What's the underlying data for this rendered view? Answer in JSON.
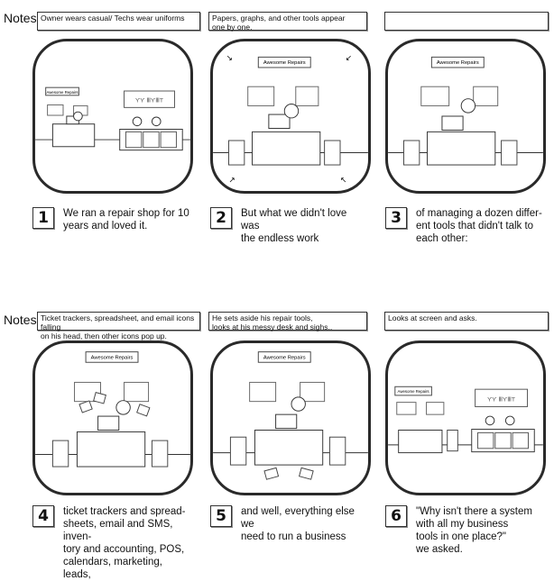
{
  "notes_label": "Notes",
  "sign_text": "Awesome Repairs",
  "rows": [
    {
      "notes_label": "Notes",
      "panels": [
        {
          "number": "1",
          "note": "Owner wears casual/ Techs wear uniforms",
          "caption": "We ran a repair shop for 10\nyears and loved it.",
          "scene": "shop-wide"
        },
        {
          "number": "2",
          "note": "Papers, graphs, and other tools appear\none by one.",
          "caption": "But what we didn't love was\nthe endless work",
          "scene": "desk-papers"
        },
        {
          "number": "3",
          "note": "",
          "caption": "of managing a dozen differ-\nent tools that didn't talk to\neach other:",
          "scene": "desk-confused"
        }
      ]
    },
    {
      "notes_label": "Notes",
      "panels": [
        {
          "number": "4",
          "note": "Ticket trackers, spreadsheet, and email icons falling\non his head, then other icons pop up.",
          "caption": "ticket trackers and spread-\nsheets, email and SMS, inven-\ntory and accounting, POS,\ncalendars, marketing, leads,",
          "scene": "desk-icons"
        },
        {
          "number": "5",
          "note": "He sets aside his repair tools,\nlooks at his messy desk and sighs..",
          "caption": "and well, everything else we\nneed to run a business",
          "scene": "desk-mess"
        },
        {
          "number": "6",
          "note": "Looks at screen and asks.",
          "caption": "\"Why isn't there a system\nwith all my  business\n tools in one  place?\"\n we asked.",
          "scene": "shop-mess"
        }
      ]
    }
  ]
}
